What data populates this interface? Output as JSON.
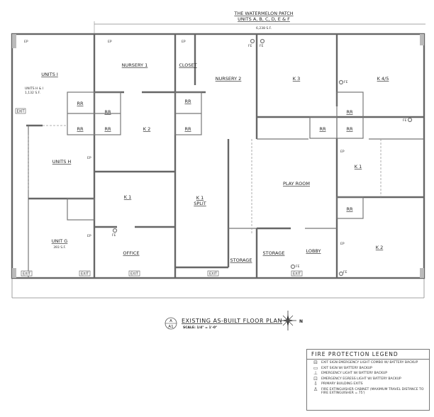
{
  "header": {
    "title": "THE WATERMELON PATCH",
    "subtitle": "UNITS A, B, C, D, E & F",
    "area": "6,238 S.F."
  },
  "rooms": [
    {
      "label": "UNITS I"
    },
    {
      "label": "UNITS H & I",
      "sub": "1,132 S.F."
    },
    {
      "label": "NURSERY 1"
    },
    {
      "label": "CLOSET"
    },
    {
      "label": "NURSERY 2"
    },
    {
      "label": "K 3"
    },
    {
      "label": "K 4/5"
    },
    {
      "label": "K 2"
    },
    {
      "label": "UNITS H"
    },
    {
      "label": "K 1"
    },
    {
      "label": "K 1",
      "sub": "SPLIT"
    },
    {
      "label": "PLAY ROOM"
    },
    {
      "label": "K 1"
    },
    {
      "label": "UNIT G",
      "sub": "393 S.F."
    },
    {
      "label": "OFFICE"
    },
    {
      "label": "STORAGE"
    },
    {
      "label": "STORAGE"
    },
    {
      "label": "LOBBY"
    },
    {
      "label": "K 2"
    }
  ],
  "restroom_label": "RR",
  "exit_label": "EXIT",
  "fe_label": "FE",
  "ep_label": "EP",
  "title_block": {
    "ref_top": "A",
    "ref_bottom": "A1",
    "title": "EXISTING AS-BUILT FLOOR PLAN",
    "scale": "SCALE: 1/4\" = 1'-0\"",
    "north": "N"
  },
  "legend": {
    "title": "FIRE PROTECTION LEGEND",
    "items": [
      {
        "icon": "exit-emergency-combo-icon",
        "text": "EXIT SIGN EMERGENCY LIGHT COMBO W/ BATTERY BACKUP"
      },
      {
        "icon": "exit-sign-icon",
        "text": "EXIT SIGN W/ BATTERY BACKUP"
      },
      {
        "icon": "emergency-light-icon",
        "text": "EMERGENCY LIGHT W/ BATTERY BACKUP"
      },
      {
        "icon": "egress-light-icon",
        "text": "EMERGENCY EGRESS LIGHT W/ BATTERY BACKUP"
      },
      {
        "icon": "arrow-down-icon",
        "text": "PRIMARY BUILDING EXITS"
      },
      {
        "icon": "fire-extinguisher-icon",
        "text": "FIRE EXTINGUISHER CABINET (MAXIMUM TRAVEL DISTANCE TO FIRE EXTINGUISHER = 75')"
      }
    ]
  }
}
